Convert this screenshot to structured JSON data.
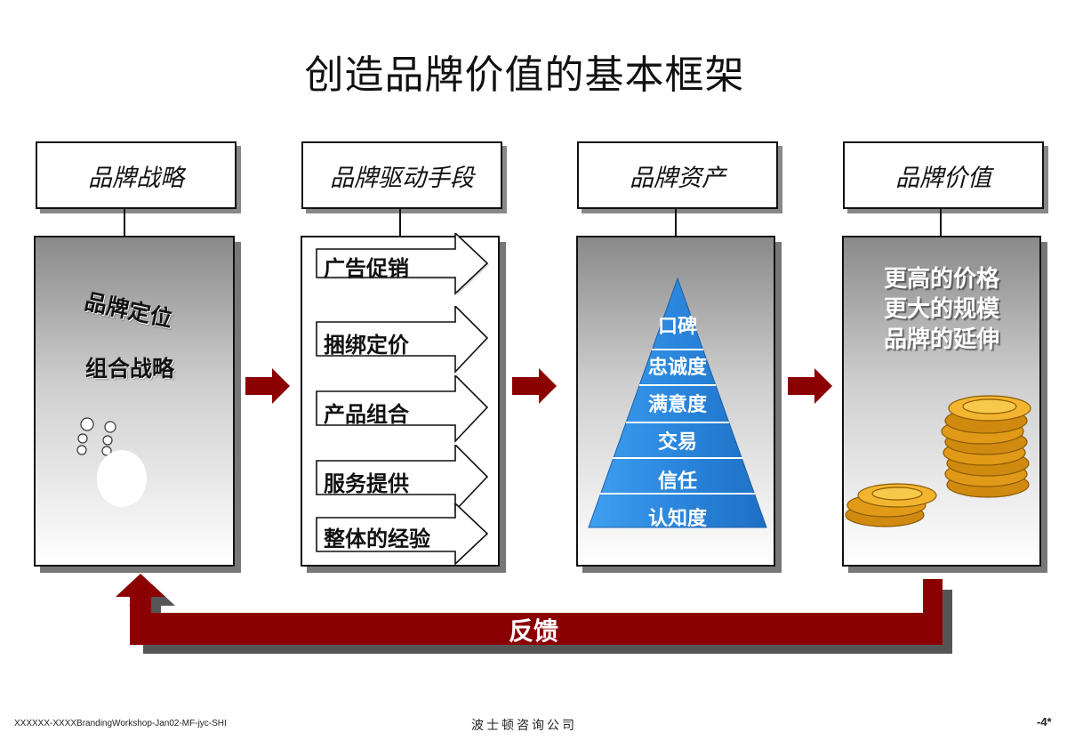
{
  "title": "创造品牌价值的基本框架",
  "columns": [
    {
      "header": "品牌战略"
    },
    {
      "header": "品牌驱动手段"
    },
    {
      "header": "品牌资产"
    },
    {
      "header": "品牌价值"
    }
  ],
  "strategy": {
    "line1": "品牌定位",
    "line2": "组合战略"
  },
  "drivers": [
    "广告促销",
    "捆绑定价",
    "产品组合",
    "服务提供",
    "整体的经验"
  ],
  "pyramid": [
    "口碑",
    "忠诚度",
    "满意度",
    "交易",
    "信任",
    "认知度"
  ],
  "value": {
    "line1": "更高的价格",
    "line2": "更大的规模",
    "line3": "品牌的延伸"
  },
  "feedback": "反馈",
  "footer": {
    "left": "XXXXXX-XXXXBrandingWorkshop-Jan02-MF-jyc-SHI",
    "center": "波士顿咨询公司",
    "page": "-4*"
  },
  "colors": {
    "arrow_red": "#8b0000",
    "pyramid_blue": "#2e8de0"
  }
}
